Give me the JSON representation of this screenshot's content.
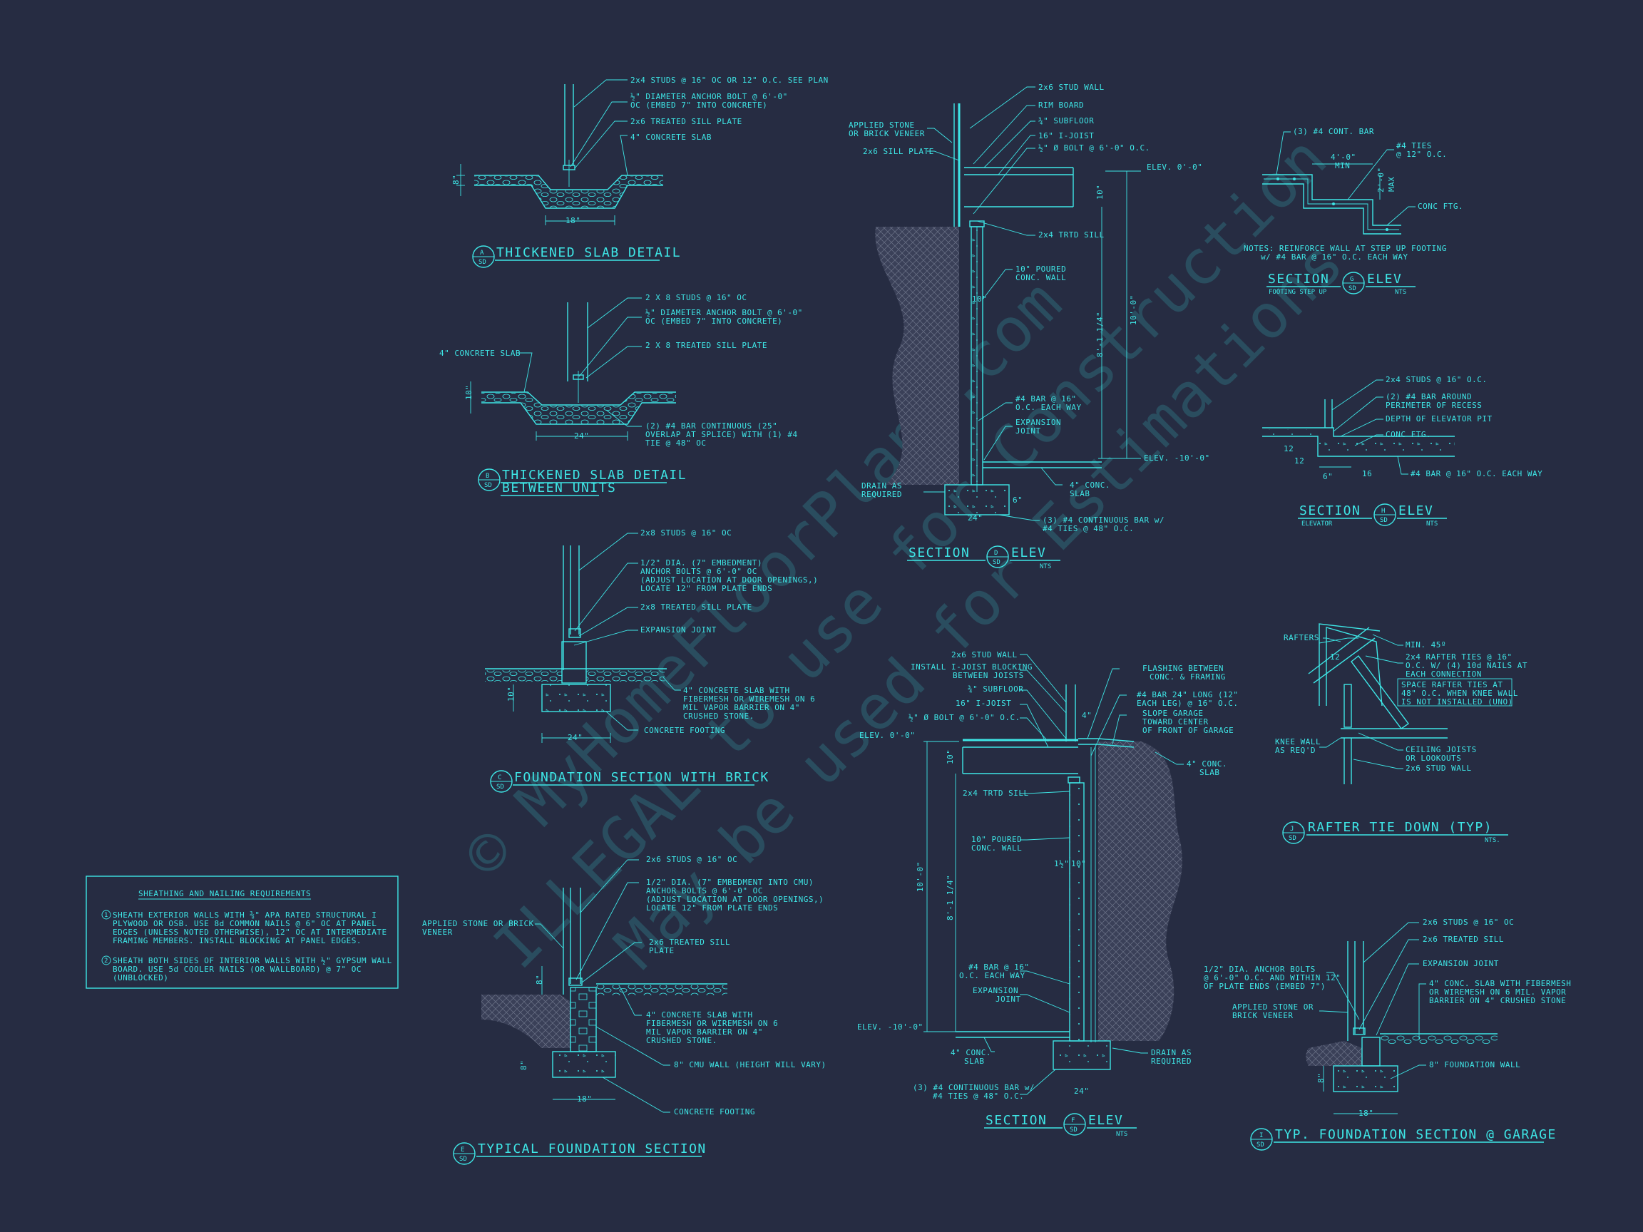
{
  "colors": {
    "background": "#262c42",
    "linework": "#3ee6e6",
    "watermark": "#8a92a8"
  },
  "watermark": {
    "line1": "© MyHomeFloorPlans.com",
    "line2": "ILLEGAL to use for Construction",
    "line3": "May be used for Estimations"
  },
  "details": {
    "a": {
      "letter": "A",
      "sheet": "SD",
      "title": "THICKENED SLAB DETAIL",
      "subtitle": "",
      "notes": [
        "2x4 STUDS @ 16\" OC OR 12\" O.C.  SEE PLAN",
        "½\" DIAMETER ANCHOR BOLT @ 6'-0\"",
        "OC (EMBED 7\" INTO CONCRETE)",
        "2x6 TREATED SILL PLATE",
        "4\" CONCRETE SLAB"
      ],
      "dims": [
        "8\"",
        "18\""
      ]
    },
    "b": {
      "letter": "B",
      "sheet": "SD",
      "title": "THICKENED SLAB DETAIL",
      "subtitle": "BETWEEN UNITS",
      "notes": [
        "2 X 8 STUDS @ 16\" OC",
        "½\" DIAMETER ANCHOR BOLT @ 6'-0\"",
        "OC (EMBED 7\" INTO CONCRETE)",
        "2 X 8 TREATED SILL PLATE",
        "4\" CONCRETE SLAB",
        "(2) #4 BAR CONTINUOUS (25\"",
        "OVERLAP AT SPLICE) WITH (1) #4",
        "TIE @ 48\" OC"
      ],
      "dims": [
        "10\"",
        "24\""
      ]
    },
    "c": {
      "letter": "C",
      "sheet": "SD",
      "title": "FOUNDATION SECTION WITH BRICK",
      "notes": [
        "2x8 STUDS @ 16\" OC",
        "1/2\" DIA. (7\" EMBEDMENT)",
        "ANCHOR BOLTS @ 6'-0\" OC",
        "(ADJUST LOCATION AT DOOR OPENINGS,)",
        "LOCATE 12\" FROM PLATE ENDS",
        "2x8 TREATED SILL PLATE",
        "EXPANSION JOINT",
        "4\" CONCRETE SLAB WITH",
        "FIBERMESH OR WIREMESH ON 6",
        "MIL VAPOR BARRIER ON 4\"",
        "CRUSHED STONE.",
        "CONCRETE FOOTING"
      ],
      "dims": [
        "10\"",
        "24\""
      ]
    },
    "d": {
      "letter": "D",
      "sheet": "SD",
      "title": "SECTION",
      "elev": "ELEV",
      "nts": "NTS",
      "notes": [
        "2x6 STUD WALL",
        "RIM BOARD",
        "¾\" SUBFLOOR",
        "16\" I-JOIST",
        "½\" Ø BOLT @ 6'-0\" O.C.",
        "APPLIED STONE",
        "OR BRICK VENEER",
        "2x6 SILL PLATE",
        "2x4 TRTD SILL",
        "10\" POURED",
        "CONC. WALL",
        "#4 BAR @ 16\"",
        "O.C. EACH WAY",
        "EXPANSION",
        "JOINT",
        "4\" CONC.",
        "SLAB",
        "DRAIN AS",
        "REQUIRED",
        "(3) #4 CONTINUOUS BAR w/",
        "#4 TIES @ 48\" O.C."
      ],
      "levels": [
        "ELEV. 0'-0\"",
        "ELEV. -10'-0\""
      ],
      "dims": [
        "10\"",
        "10'-0\"",
        "8'-1 1/4\"",
        "24\"",
        "10\"",
        "6\""
      ]
    },
    "e": {
      "letter": "E",
      "sheet": "SD",
      "title": "TYPICAL FOUNDATION SECTION",
      "notes": [
        "2x6 STUDS @ 16\" OC",
        "1/2\" DIA. (7\" EMBEDMENT INTO CMU)",
        "ANCHOR BOLTS @ 6'-0\" OC",
        "(ADJUST LOCATION AT DOOR OPENINGS,)",
        "LOCATE 12\" FROM PLATE ENDS",
        "APPLIED STONE OR BRICK",
        "VENEER",
        "2x6 TREATED SILL",
        "PLATE",
        "4\" CONCRETE SLAB WITH",
        "FIBERMESH OR WIREMESH ON 6",
        "MIL VAPOR BARRIER ON 4\"",
        "CRUSHED STONE.",
        "8\" CMU WALL (HEIGHT WILL VARY)",
        "CONCRETE FOOTING"
      ],
      "dims": [
        "8\"",
        "8\"",
        "18\""
      ]
    },
    "f": {
      "letter": "F",
      "sheet": "SD",
      "title": "SECTION",
      "elev": "ELEV",
      "nts": "NTS",
      "notes": [
        "2x6 STUD WALL",
        "INSTALL I-JOIST BLOCKING",
        "BETWEEN JOISTS",
        "¾\" SUBFLOOR",
        "16\" I-JOIST",
        "½\" Ø BOLT @ 6'-0\" O.C.",
        "FLASHING BETWEEN",
        "CONC. & FRAMING",
        "#4 BAR 24\" LONG (12\"",
        "EACH LEG) @ 16\" O.C.",
        "SLOPE GARAGE",
        "TOWARD CENTER",
        "OF FRONT OF GARAGE",
        "4\" CONC.",
        "SLAB",
        "2x4 TRTD SILL",
        "10\" POURED",
        "CONC. WALL",
        "#4 BAR @ 16\"",
        "O.C. EACH WAY",
        "EXPANSION",
        "JOINT",
        "4\" CONC.",
        "SLAB",
        "DRAIN AS",
        "REQUIRED",
        "(3) #4 CONTINUOUS BAR w/",
        "#4 TIES @ 48\" O.C."
      ],
      "levels": [
        "ELEV. 0'-0\"",
        "ELEV. -10'-0\""
      ],
      "dims": [
        "4\"",
        "10\"",
        "10'-0\"",
        "8'-1 1/4\"",
        "1½\"",
        "10\"",
        "24\""
      ]
    },
    "g": {
      "letter": "G",
      "sheet": "SD",
      "title": "SECTION",
      "elev": "ELEV",
      "caption": "FOOTING STEP UP",
      "nts": "NTS",
      "notes": [
        "(3) #4 CONT. BAR",
        "#4 TIES",
        "@ 12\" O.C.",
        "4'-0\"",
        "MIN",
        "2'-0\"",
        "MAX",
        "CONC FTG.",
        "NOTES: REINFORCE WALL AT STEP UP FOOTING",
        "w/ #4 BAR @ 16\" O.C. EACH WAY"
      ]
    },
    "h": {
      "letter": "H",
      "sheet": "SD",
      "title": "SECTION",
      "elev": "ELEV",
      "caption": "ELEVATOR",
      "nts": "NTS",
      "notes": [
        "2x4 STUDS @ 16\" O.C.",
        "(2) #4 BAR AROUND",
        "PERIMETER OF RECESS",
        "DEPTH OF ELEVATOR PIT",
        "CONC FTG.",
        "#4 BAR @ 16\" O.C. EACH WAY"
      ],
      "dims": [
        "12",
        "12",
        "16",
        "6\""
      ]
    },
    "i": {
      "letter": "I",
      "sheet": "SD",
      "title": "TYP. FOUNDATION SECTION @ GARAGE",
      "notes": [
        "2x6 STUDS @ 16\" OC",
        "2x6 TREATED SILL",
        "EXPANSION JOINT",
        "1/2\" DIA. ANCHOR BOLTS",
        "@ 6'-0\" O.C. AND WITHIN 12\"",
        "OF PLATE ENDS (EMBED 7\")",
        "4\" CONC. SLAB WITH FIBERMESH",
        "OR WIREMESH ON 6 MIL. VAPOR",
        "BARRIER ON 4\" CRUSHED STONE",
        "APPLIED STONE OR",
        "BRICK VENEER",
        "8\" FOUNDATION WALL"
      ],
      "dims": [
        "8\"",
        "18\""
      ]
    },
    "j": {
      "letter": "J",
      "sheet": "SD",
      "title": "RAFTER TIE DOWN (TYP)",
      "nts": "NTS.",
      "notes": [
        "RAFTERS",
        "MIN. 45º",
        "2x4 RAFTER TIES @ 16\"",
        "O.C. W/ (4) 10d NAILS AT",
        "EACH CONNECTION",
        "SPACE RAFTER TIES AT",
        "48\" O.C. WHEN KNEE WALL",
        "IS NOT INSTALLED (UNO)",
        "KNEE WALL",
        "AS REQ'D",
        "CEILING JOISTS",
        "OR LOOKOUTS",
        "2x6 STUD WALL"
      ],
      "dims": [
        "12"
      ]
    }
  },
  "sheathing": {
    "title": "SHEATHING AND NAILING REQUIREMENTS",
    "note1": [
      "SHEATH EXTERIOR WALLS WITH ⅜\" APA RATED STRUCTURAL I",
      "PLYWOOD OR OSB. USE 8d COMMON NAILS @ 6\" OC AT PANEL",
      "EDGES (UNLESS NOTED OTHERWISE), 12\" OC AT INTERMEDIATE",
      "FRAMING MEMBERS. INSTALL BLOCKING AT PANEL EDGES."
    ],
    "note2": [
      "SHEATH BOTH SIDES OF INTERIOR WALLS WITH ½\" GYPSUM WALL",
      "BOARD. USE 5d COOLER NAILS (OR WALLBOARD) @ 7\" OC",
      "(UNBLOCKED)"
    ],
    "num1": "1",
    "num2": "2"
  }
}
